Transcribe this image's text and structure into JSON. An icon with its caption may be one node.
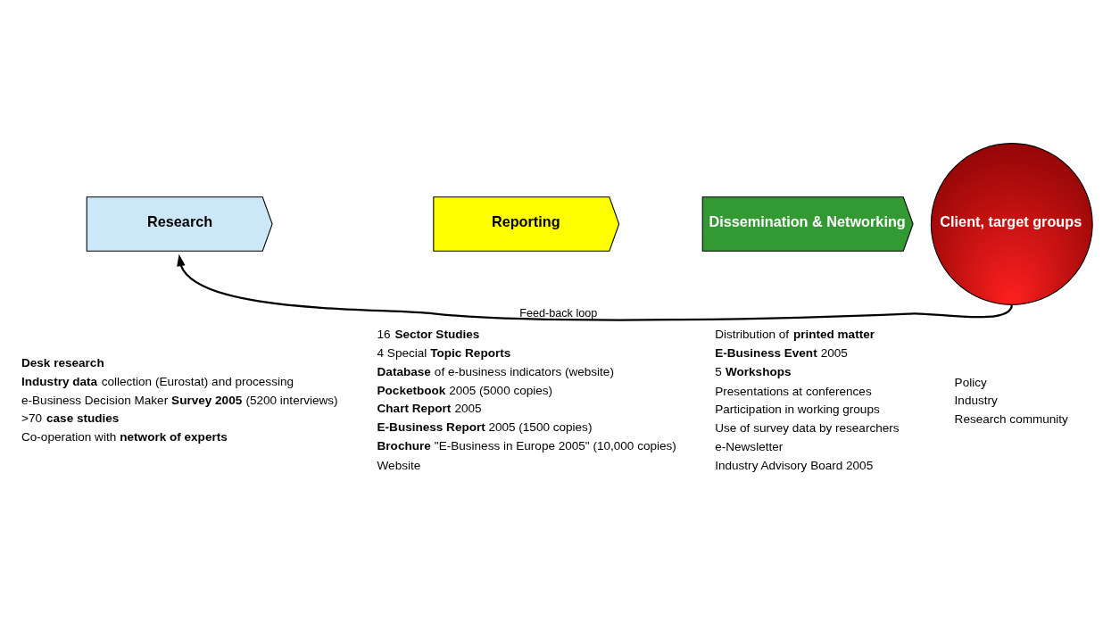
{
  "diagram": {
    "nodes": [
      {
        "text": [
          "Research"
        ],
        "beside": [
          "**Desk research**",
          "**Industry data** collection (Eurostat) and processing",
          "e-Business Decision Maker **Survey 2005** (5200 interviews)",
          ">70 **case studies**",
          "Co-operation with **network of experts**"
        ]
      },
      {
        "text": [
          "Reporting"
        ],
        "beside": [
          "16 **Sector Studies**",
          "4 Special **Topic Reports**",
          "**Database** of e-business indicators (website)",
          "**Pocketbook** 2005 (5000 copies)",
          "**Chart Report** 2005",
          "**E-Business Report** 2005 (1500 copies)",
          "**Brochure** \"E-Business in Europe 2005\" (10,000 copies)",
          "Website"
        ]
      },
      {
        "text": [
          "Dissemination & Networking"
        ],
        "beside": [
          "Distribution of **printed matter**",
          "**E-Business Event** 2005",
          "5 **Workshops**",
          "Presentations at conferences",
          "Participation in working groups",
          "Use of survey data by researchers",
          "e-Newsletter",
          "Industry Advisory Board 2005"
        ]
      },
      {
        "text": [
          "Client, target groups"
        ],
        "beside": [
          "Policy",
          "Industry",
          "Research community"
        ]
      }
    ],
    "edges": [
      {
        "from": 3,
        "to": 0,
        "arrow": "to",
        "label": "Feed-back loop"
      }
    ]
  }
}
